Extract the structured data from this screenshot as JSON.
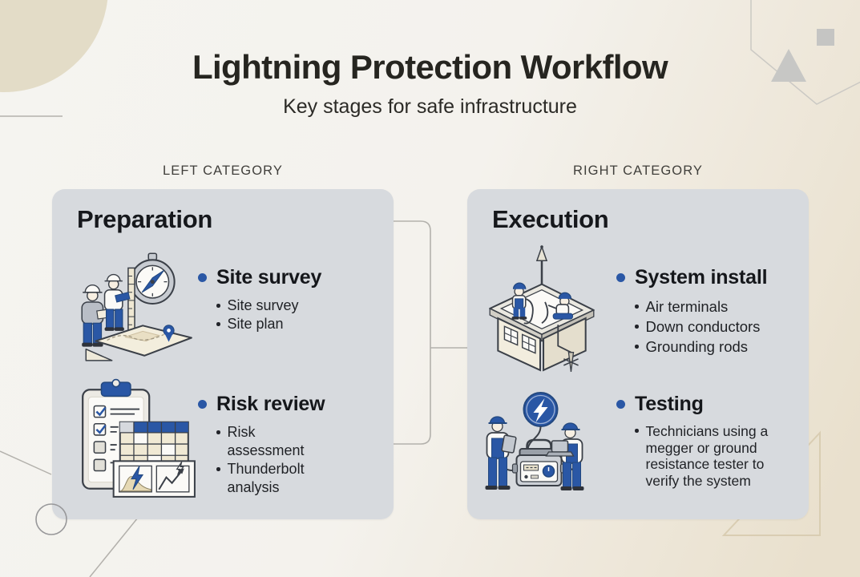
{
  "header": {
    "title": "Lightning Protection Workflow",
    "subtitle": "Key stages for safe infrastructure"
  },
  "columns": [
    {
      "category_label": "LEFT CATEGORY",
      "card_title": "Preparation",
      "items": [
        {
          "illustration": "surveyors-compass-map-illustration",
          "label": "Site survey",
          "subitems": [
            "Site survey",
            "Site plan"
          ]
        },
        {
          "illustration": "clipboard-risk-charts-illustration",
          "label": "Risk review",
          "subitems": [
            "Risk assessment",
            "Thunderbolt analysis"
          ]
        }
      ]
    },
    {
      "category_label": "RIGHT CATEGORY",
      "card_title": "Execution",
      "items": [
        {
          "illustration": "rooftop-install-illustration",
          "label": "System install",
          "subitems": [
            "Air terminals",
            "Down conductors",
            "Grounding rods"
          ]
        },
        {
          "illustration": "technicians-testing-illustration",
          "label": "Testing",
          "subitems": [
            "Technicians using a megger or ground resistance tester to verify the system"
          ]
        }
      ]
    }
  ],
  "colors": {
    "accent_blue": "#2a57a5",
    "accent_blue_dark": "#23487f",
    "card_background": "#d7dade",
    "page_background": "#f4f2ed",
    "beige_shape": "#e3dcc7",
    "gray_shape": "#c6c6c4"
  },
  "decorations": [
    "beige-circle",
    "hexagon-outline",
    "solid-triangle",
    "solid-square",
    "horizontal-line",
    "diagonal-lines",
    "connector-bracket",
    "connector-line",
    "circle-outline",
    "beige-triangle-outline"
  ]
}
